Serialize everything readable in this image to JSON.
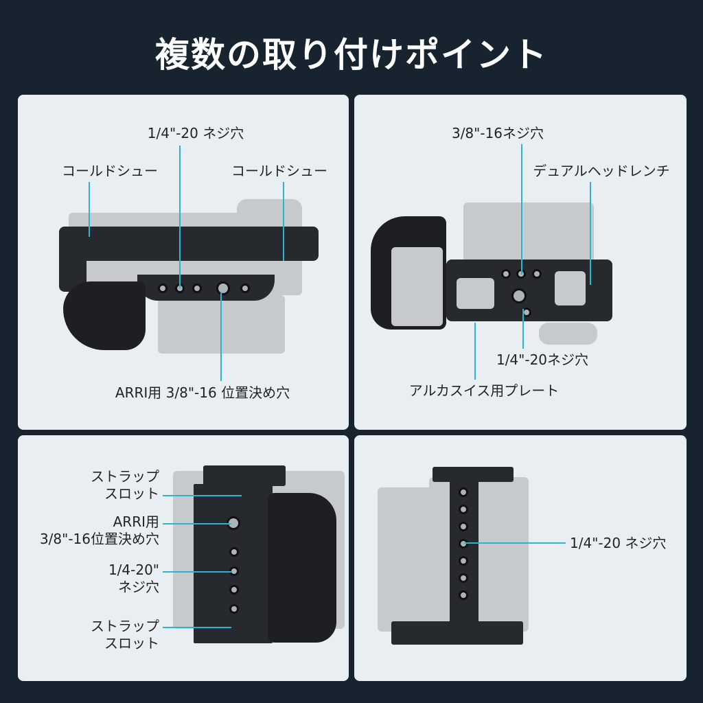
{
  "title": "複数の取り付けポイント",
  "panels": {
    "top_left": {
      "top_hole": "1/4\"-20 ネジ穴",
      "shoe_left": "コールドシュー",
      "shoe_right": "コールドシュー",
      "arri": "ARRI用 3/8\"-16 位置決め穴"
    },
    "top_right": {
      "hole_38": "3/8\"-16ネジ穴",
      "wrench": "デュアルヘッドレンチ",
      "hole_14": "1/4\"-20ネジ穴",
      "plate": "アルカスイス用プレート"
    },
    "bottom_left": {
      "strap_top": "ストラップ\nスロット",
      "arri": "ARRI用\n3/8\"-16位置決め穴",
      "hole": "1/4-20\"\nネジ穴",
      "strap_bottom": "ストラップ\nスロット"
    },
    "bottom_right": {
      "hole": "1/4\"-20 ネジ穴"
    }
  },
  "colors": {
    "background": "#17242f",
    "panel": "#e9eef2",
    "leader": "#2ab4cf"
  }
}
